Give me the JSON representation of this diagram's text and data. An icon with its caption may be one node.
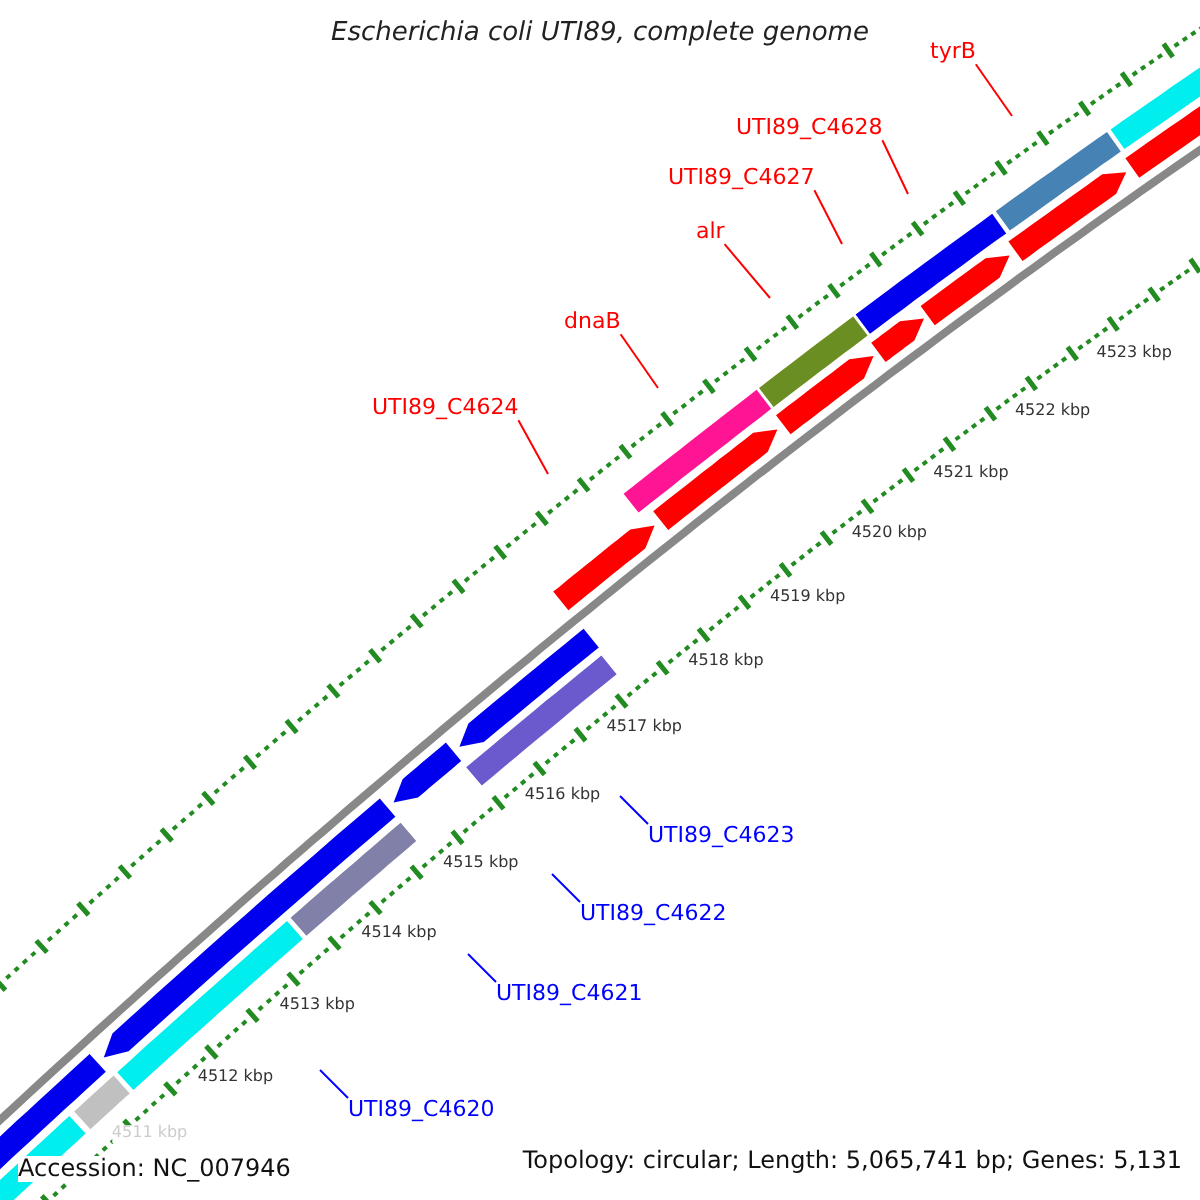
{
  "diagram": {
    "title": "Escherichia coli UTI89, complete genome",
    "nodes": [
      {
        "text": [
          "tyrB"
        ]
      },
      {
        "text": [
          "UTI89_C4628"
        ]
      },
      {
        "text": [
          "UTI89_C4627"
        ]
      },
      {
        "text": [
          "alr"
        ]
      },
      {
        "text": [
          "dnaB"
        ]
      },
      {
        "text": [
          "UTI89_C4624"
        ]
      },
      {
        "text": [
          "UTI89_C4623"
        ]
      },
      {
        "text": [
          "UTI89_C4622"
        ]
      },
      {
        "text": [
          "UTI89_C4621"
        ]
      },
      {
        "text": [
          "UTI89_C4620"
        ]
      }
    ],
    "edges": [
      {
        "from": 0,
        "to": null,
        "arrow": "none"
      },
      {
        "from": 1,
        "to": null,
        "arrow": "none"
      },
      {
        "from": 2,
        "to": null,
        "arrow": "none"
      },
      {
        "from": 3,
        "to": null,
        "arrow": "none"
      },
      {
        "from": 4,
        "to": null,
        "arrow": "none"
      },
      {
        "from": 5,
        "to": null,
        "arrow": "none"
      },
      {
        "from": 6,
        "to": null,
        "arrow": "none",
        "color": "#0000ff"
      },
      {
        "from": 7,
        "to": null,
        "arrow": "none",
        "color": "#0000ff"
      },
      {
        "from": 8,
        "to": null,
        "arrow": "none",
        "color": "#0000ff"
      },
      {
        "from": 9,
        "to": null,
        "arrow": "none",
        "color": "#0000ff"
      }
    ],
    "labels": [
      "4523 kbp",
      "4522 kbp",
      "4521 kbp",
      "4520 kbp",
      "4519 kbp",
      "4518 kbp",
      "4517 kbp",
      "4516 kbp",
      "4515 kbp",
      "4514 kbp",
      "4513 kbp",
      "4512 kbp",
      "4511 kbp",
      "Accession: NC_007946",
      "Topology: circular; Length: 5,065,741 bp; Genes: 5,131"
    ]
  }
}
